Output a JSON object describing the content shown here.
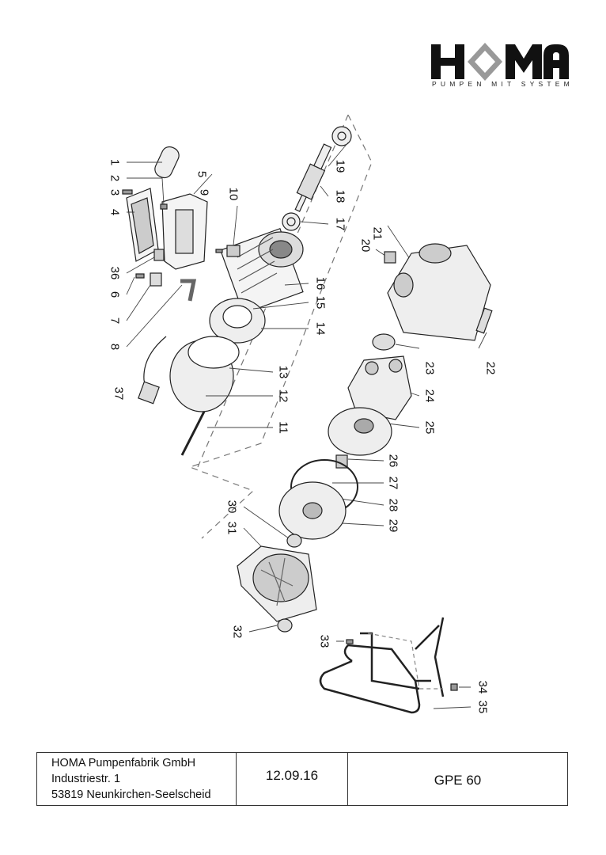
{
  "logo": {
    "brand": "HOMA",
    "tagline": "PUMPEN MIT SYSTEM"
  },
  "parts": [
    "1",
    "2",
    "3",
    "4",
    "5",
    "36",
    "6",
    "7",
    "8",
    "37",
    "9",
    "10",
    "11",
    "12",
    "13",
    "14",
    "15",
    "16",
    "17",
    "18",
    "19",
    "20",
    "21",
    "22",
    "23",
    "24",
    "25",
    "26",
    "27",
    "28",
    "29",
    "30",
    "31",
    "32",
    "33",
    "34",
    "35"
  ],
  "footer": {
    "company": "HOMA Pumpenfabrik GmbH",
    "street": "Industriestr. 1",
    "city": "53819 Neunkirchen-Seelscheid",
    "date": "12.09.16",
    "model": "GPE 60"
  }
}
